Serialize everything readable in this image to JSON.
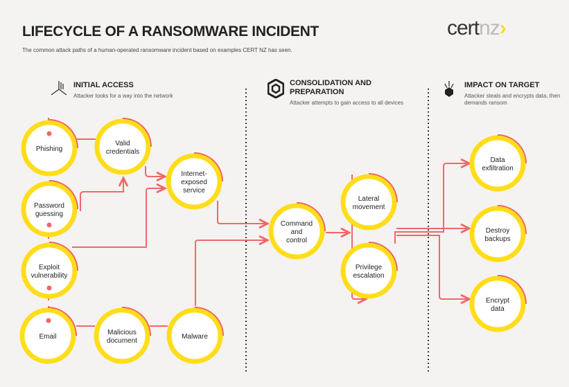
{
  "title": "LIFECYCLE OF A RANSOMWARE INCIDENT",
  "subtitle": "The common attack paths of a human-operated ransomware incident based on examples CERT NZ has seen.",
  "logo": {
    "part1": "cert",
    "part2": "nz"
  },
  "colors": {
    "yellow": "#ffdd1a",
    "red": "#f0676a",
    "background": "#f4f3f1"
  },
  "sections": [
    {
      "title": "INITIAL ACCESS",
      "desc": "Attacker looks for a way into the network",
      "icon": "branch-icon"
    },
    {
      "title": "CONSOLIDATION AND PREPARATION",
      "desc": "Attacker attempts to gain access to all devices",
      "icon": "hexagon-icon"
    },
    {
      "title": "IMPACT ON TARGET",
      "desc": "Attacker steals and encrypts data, then demands ransom",
      "icon": "impact-icon"
    }
  ],
  "nodes": {
    "phishing": [
      "Phishing"
    ],
    "valid": [
      "Valid",
      "credentials"
    ],
    "internet": [
      "Internet-",
      "exposed",
      "service"
    ],
    "password": [
      "Password",
      "guessing"
    ],
    "exploit": [
      "Exploit",
      "vulnerability"
    ],
    "email": [
      "Email"
    ],
    "malicious": [
      "Malicious",
      "document"
    ],
    "malware": [
      "Malware"
    ],
    "command": [
      "Command",
      "and",
      "control"
    ],
    "lateral": [
      "Lateral",
      "movement"
    ],
    "privilege": [
      "Privilege",
      "escalation"
    ],
    "exfil": [
      "Data",
      "exfiltration"
    ],
    "backups": [
      "Destroy",
      "backups"
    ],
    "encrypt": [
      "Encrypt",
      "data"
    ]
  }
}
